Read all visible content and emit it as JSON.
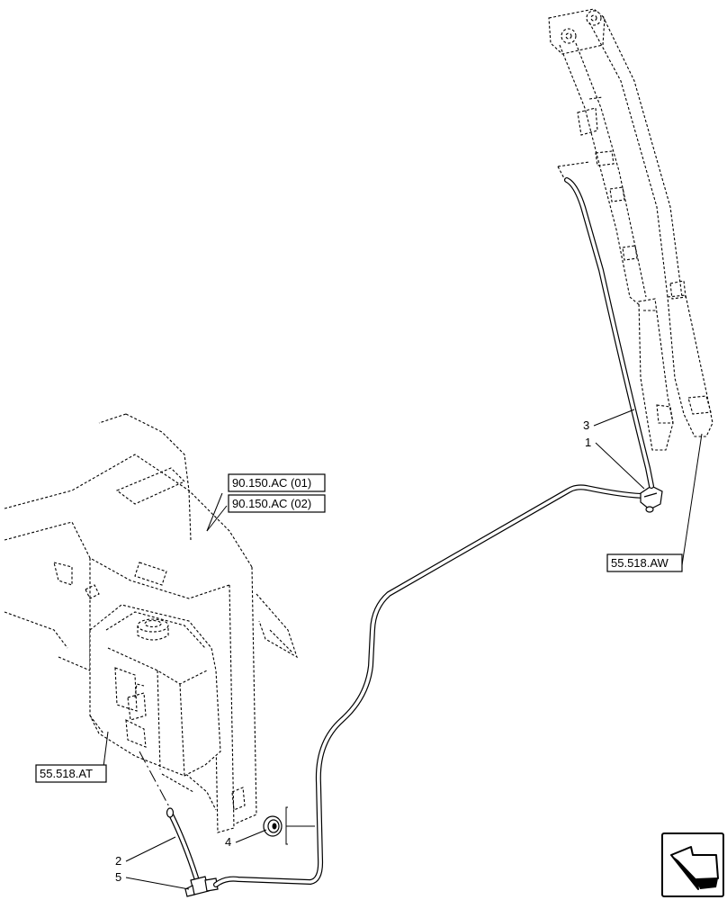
{
  "callouts": [
    {
      "id": "1",
      "label": "1"
    },
    {
      "id": "2",
      "label": "2"
    },
    {
      "id": "3",
      "label": "3"
    },
    {
      "id": "4",
      "label": "4"
    },
    {
      "id": "5",
      "label": "5"
    }
  ],
  "references": {
    "ref_a": "90.150.AC (01)",
    "ref_b": "90.150.AC (02)",
    "ref_c": "55.518.AW",
    "ref_d": "55.518.AT"
  },
  "icons": {
    "nav": "arrow-left-icon"
  }
}
